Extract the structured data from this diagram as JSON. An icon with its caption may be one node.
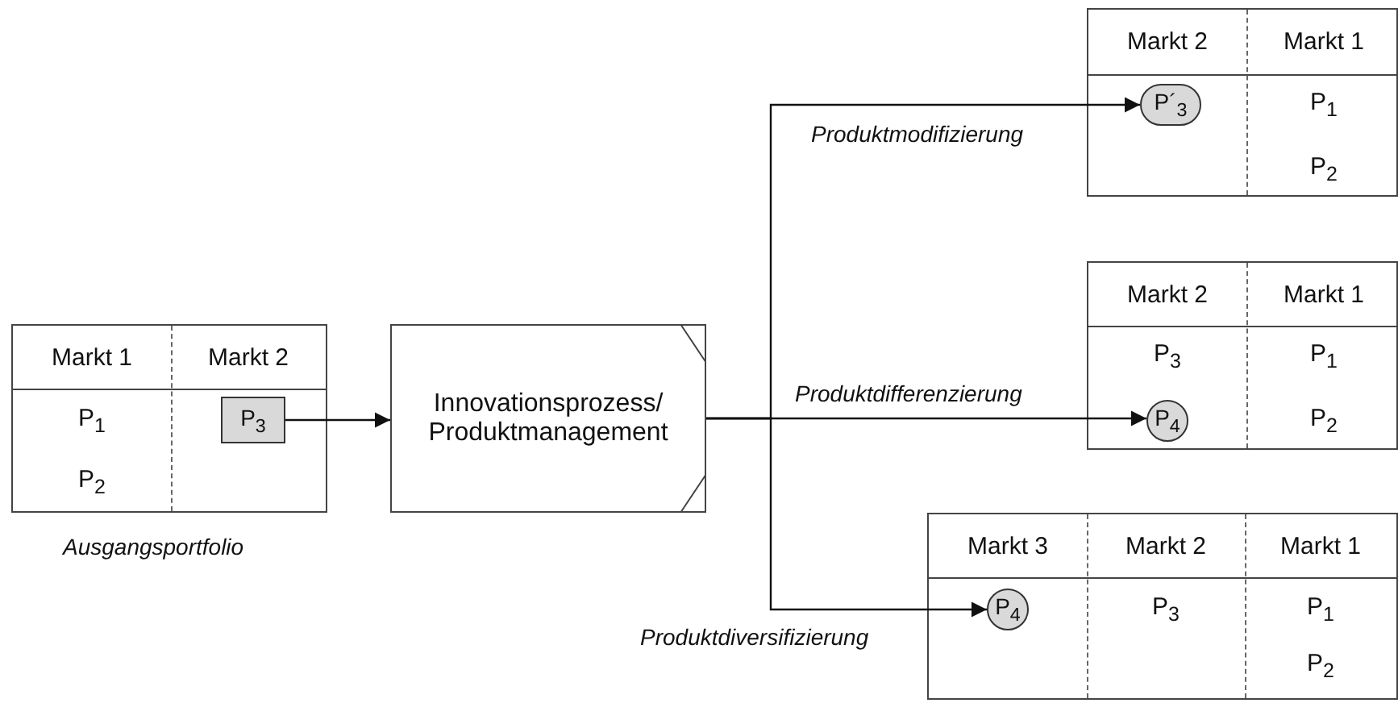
{
  "diagram": {
    "nodes": [
      {
        "text": [
          "Markt 1",
          "Markt 2",
          "P$_{1}$",
          "P$_{2}$"
        ],
        "beside": [
          "Ausgangsportfolio"
        ]
      },
      {
        "text": [
          "P$_{3}$"
        ],
        "in": 0
      },
      {
        "text": [
          "Innovationsprozess/ Produktmanagement"
        ]
      },
      {
        "text": [
          "Markt 2",
          "Markt 1",
          "P$_{1}$",
          "P$_{2}$"
        ]
      },
      {
        "text": [
          "P´$_{3}$"
        ],
        "in": 3
      },
      {
        "text": [
          "Markt 2",
          "Markt 1",
          "P$_{3}$",
          "P$_{1}$",
          "P$_{2}$"
        ]
      },
      {
        "text": [
          "P$_{4}$"
        ],
        "in": 5
      },
      {
        "text": [
          "Markt 3",
          "Markt 2",
          "Markt 1",
          "P$_{3}$",
          "P$_{1}$",
          "P$_{2}$"
        ]
      },
      {
        "text": [
          "P$_{4}$"
        ],
        "in": 7
      }
    ],
    "edges": [
      {
        "from": 1,
        "to": 2,
        "arrow": "to"
      },
      {
        "from": 2,
        "to": 4,
        "arrow": "to",
        "label": "Produktmodifizierung"
      },
      {
        "from": 2,
        "to": 6,
        "arrow": "to",
        "label": "Produktdifferenzierung"
      },
      {
        "from": 2,
        "to": 8,
        "arrow": "to",
        "label": "Produktdiversifizierung"
      }
    ]
  }
}
